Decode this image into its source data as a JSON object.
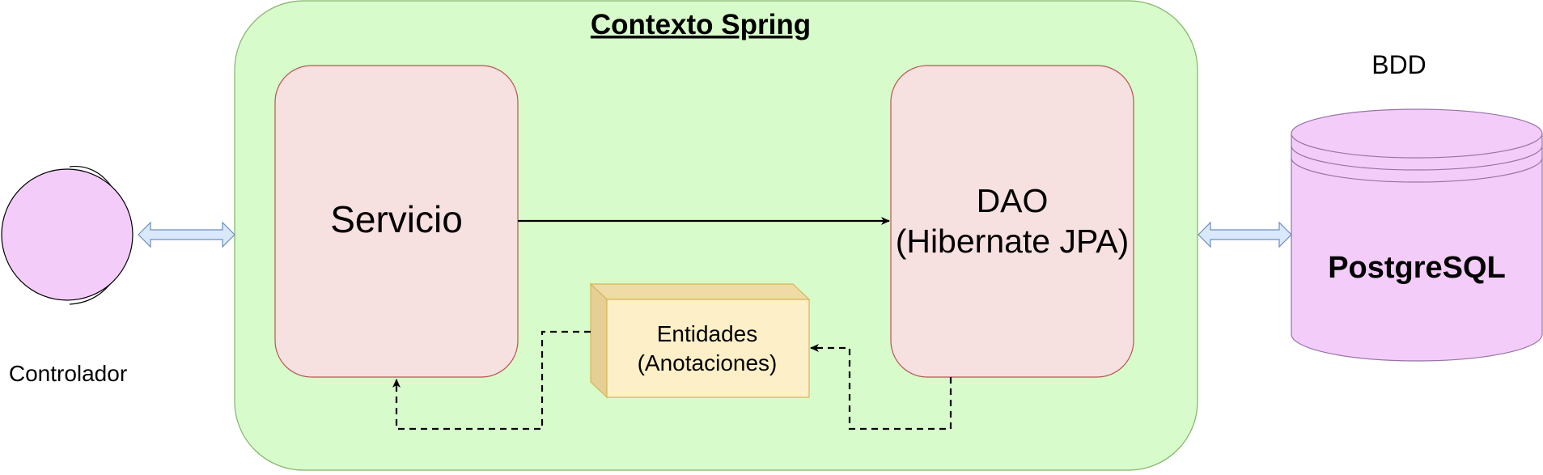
{
  "context": {
    "title": "Contexto Spring"
  },
  "controller": {
    "label": "Controlador"
  },
  "service": {
    "label": "Servicio"
  },
  "dao": {
    "line1": "DAO",
    "line2": "(Hibernate JPA)"
  },
  "entities": {
    "line1": "Entidades",
    "line2": "(Anotaciones)"
  },
  "database": {
    "header": "BDD",
    "label": "PostgreSQL"
  },
  "colors": {
    "context_fill": "#d8fbcc",
    "context_stroke": "#82b366",
    "component_fill": "#f7e0e0",
    "component_stroke": "#b85450",
    "entity_fill": "#fdefc8",
    "entity_stroke": "#d6b656",
    "db_fill": "#f3ccf9",
    "db_stroke": "#9673a6",
    "arrow_fill": "#dae8fc",
    "arrow_stroke": "#6c8ebf",
    "line": "#000000"
  }
}
